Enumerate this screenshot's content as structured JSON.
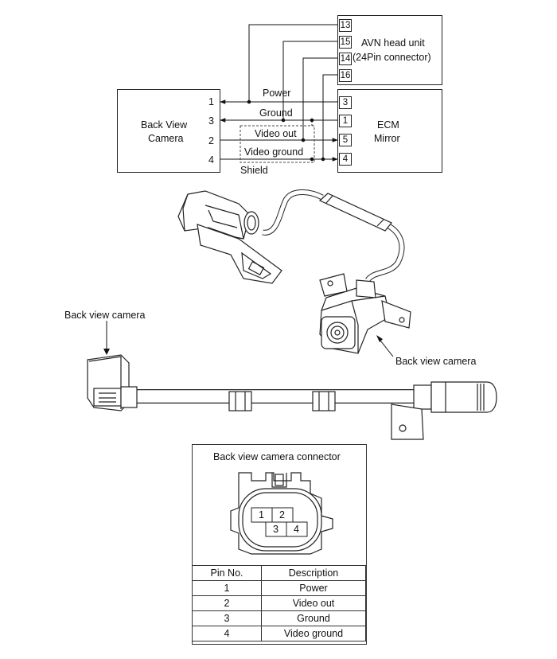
{
  "wiring": {
    "avn": {
      "line1": "AVN head unit",
      "line2": "(24Pin connector)",
      "pins": [
        "13",
        "15",
        "14",
        "16"
      ]
    },
    "camera": {
      "line1": "Back View",
      "line2": "Camera",
      "pins": [
        "1",
        "3",
        "2",
        "4"
      ]
    },
    "ecm": {
      "line1": "ECM",
      "line2": "Mirror",
      "pins": [
        "3",
        "1",
        "5",
        "4"
      ]
    },
    "wires": [
      "Power",
      "Ground",
      "Video out",
      "Video ground"
    ],
    "shield": "Shield"
  },
  "callouts": {
    "camera_left": "Back view camera",
    "camera_right": "Back view camera"
  },
  "connector": {
    "title": "Back view camera connector",
    "pins": [
      "1",
      "2",
      "3",
      "4"
    ],
    "table": {
      "headers": [
        "Pin No.",
        "Description"
      ],
      "rows": [
        {
          "pin": "1",
          "desc": "Power"
        },
        {
          "pin": "2",
          "desc": "Video out"
        },
        {
          "pin": "3",
          "desc": "Ground"
        },
        {
          "pin": "4",
          "desc": "Video ground"
        }
      ]
    }
  }
}
